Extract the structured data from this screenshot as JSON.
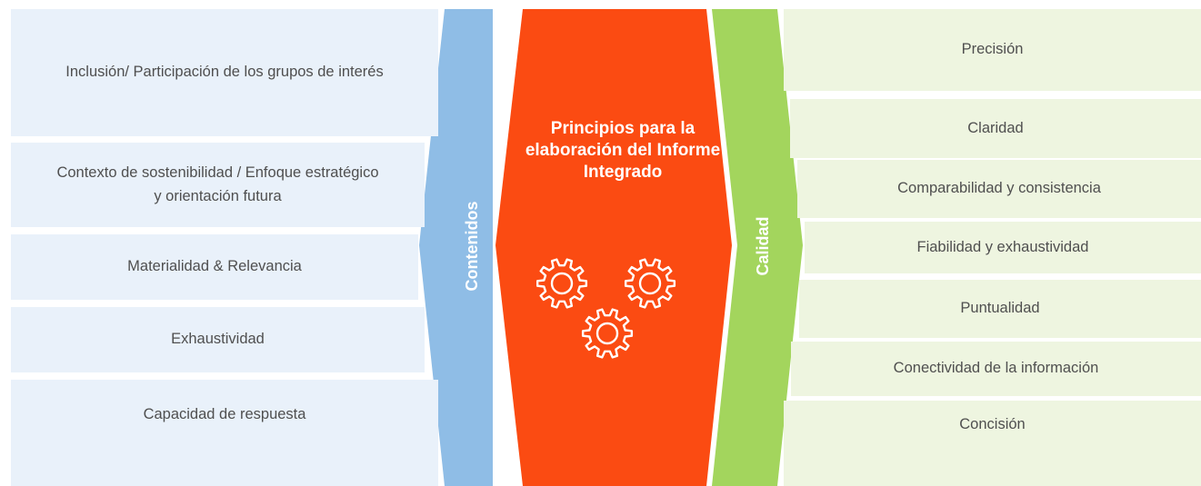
{
  "left_items": [
    "Inclusión/ Participación de los grupos de interés",
    "Contexto de sostenibilidad / Enfoque estratégico y orientación futura",
    "Materialidad & Relevancia",
    "Exhaustividad",
    "Capacidad de respuesta"
  ],
  "left_band_label": "Contenidos",
  "center_title": "Principios para la elaboración del Informe Integrado",
  "right_band_label": "Calidad",
  "right_items": [
    "Precisión",
    "Claridad",
    "Comparabilidad y consistencia",
    "Fiabilidad y exhaustividad",
    "Puntualidad",
    "Conectividad de la información",
    "Concisión"
  ],
  "colors": {
    "left_box": "#e9f1fa",
    "left_band": "#8fbde6",
    "center": "#fb4b12",
    "right_band": "#a3d55d",
    "right_box": "#eef5e0"
  },
  "icons": [
    "gear-icon",
    "gear-icon",
    "gear-icon"
  ]
}
